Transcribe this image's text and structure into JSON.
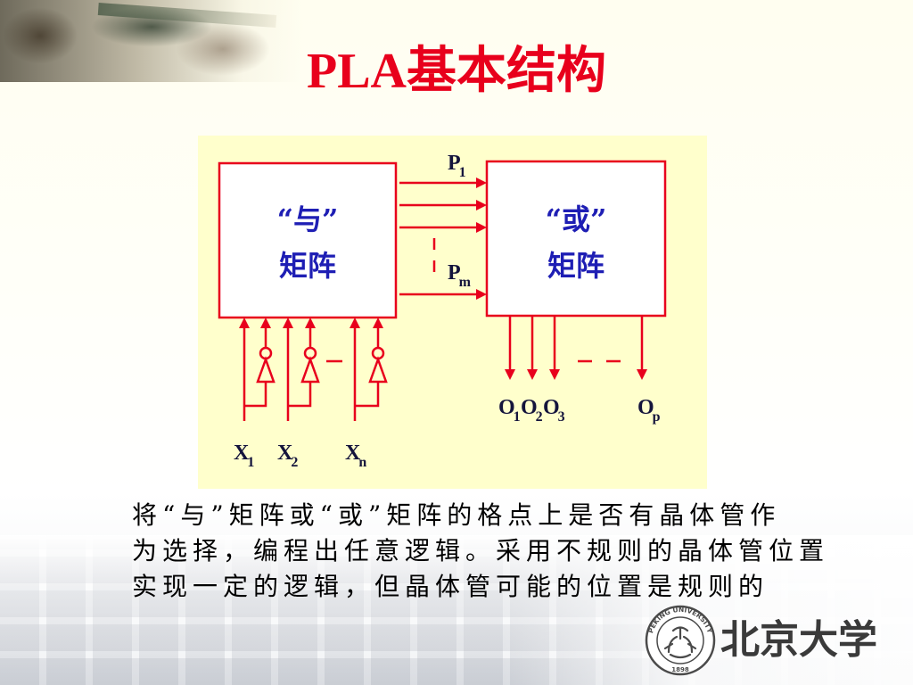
{
  "slide": {
    "title": "PLA基本结构"
  },
  "diagram": {
    "and_matrix": {
      "quote_label": "“与”",
      "label": "矩阵"
    },
    "or_matrix": {
      "quote_label": "“或”",
      "label": "矩阵"
    },
    "product_terms": [
      {
        "symbol": "P",
        "subscript": "1"
      },
      {
        "symbol": "P",
        "subscript": "m"
      }
    ],
    "inputs": [
      {
        "symbol": "X",
        "subscript": "1"
      },
      {
        "symbol": "X",
        "subscript": "2"
      },
      {
        "symbol": "X",
        "subscript": "n"
      }
    ],
    "outputs": [
      {
        "symbol": "O",
        "subscript": "1"
      },
      {
        "symbol": "O",
        "subscript": "2"
      },
      {
        "symbol": "O",
        "subscript": "3"
      },
      {
        "symbol": "O",
        "subscript": "p"
      }
    ]
  },
  "description": {
    "lines": [
      "将“与”矩阵或“或”矩阵的格点上是否有晶体管作",
      "为选择，编程出任意逻辑。采用不规则的晶体管位置",
      "实现一定的逻辑，但晶体管可能的位置是规则的"
    ]
  },
  "branding": {
    "wordmark": "北京大学",
    "seal_text": "PEKING UNIVERSITY",
    "seal_year": "1898",
    "seal_icon": "peking-university-seal-icon"
  },
  "colors": {
    "title": "#E8001C",
    "line": "#E8001C",
    "panel": "#FFFFCC",
    "matrix_text": "#1E1EB4",
    "label": "#14143C"
  }
}
